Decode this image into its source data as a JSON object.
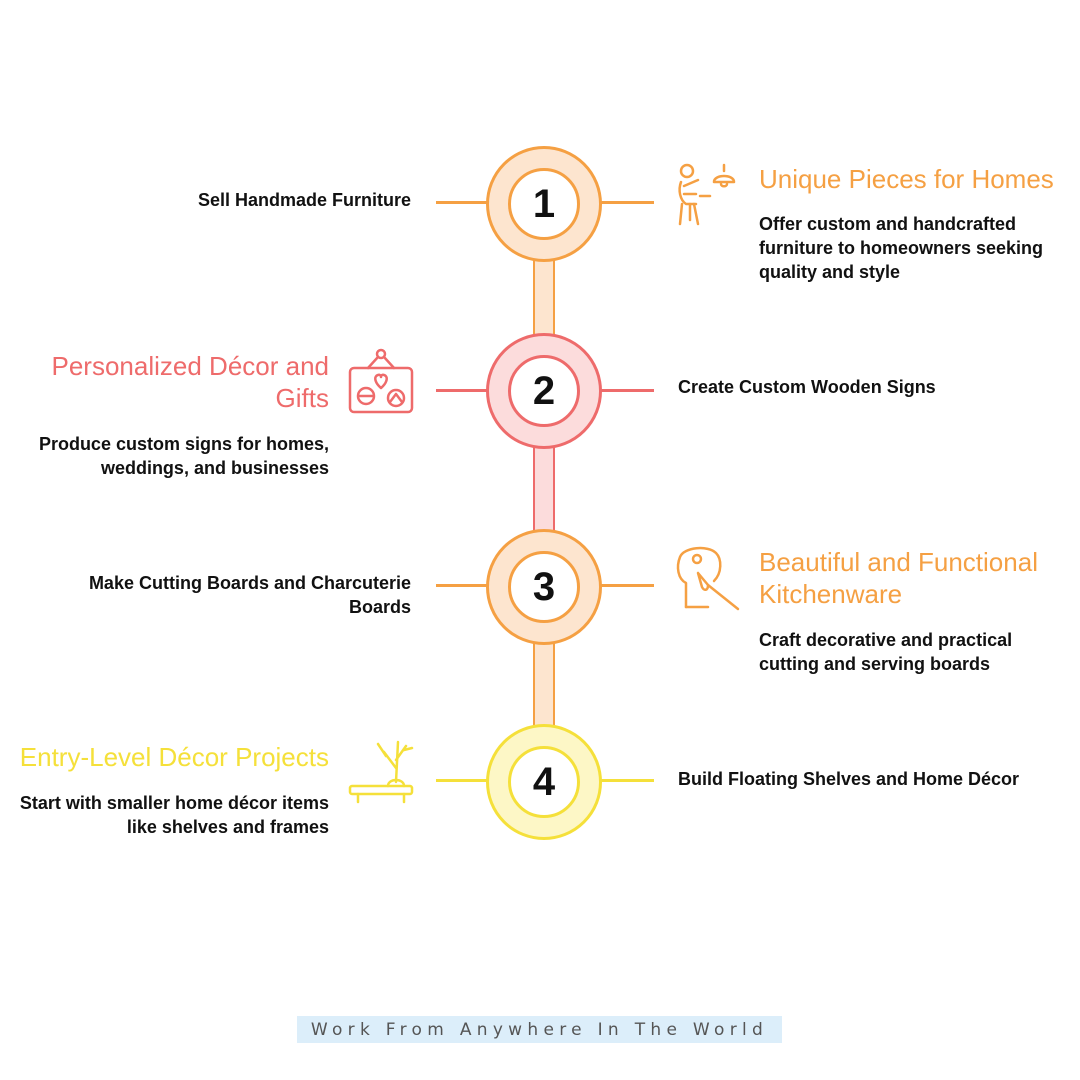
{
  "steps": [
    {
      "number": "1",
      "label": "Sell Handmade Furniture",
      "heading": "Unique Pieces for Homes",
      "description": "Offer custom and handcrafted furniture to homeowners seeking quality and style",
      "icon": "person-lamp-icon",
      "color": "#f5a043",
      "fill": "#fde5cf"
    },
    {
      "number": "2",
      "label": "Create Custom Wooden Signs",
      "heading": "Personalized Décor and Gifts",
      "description": "Produce custom signs for homes, weddings, and businesses",
      "icon": "hanging-sign-icon",
      "color": "#ee6b6b",
      "fill": "#fcdcdc"
    },
    {
      "number": "3",
      "label": "Make Cutting Boards and Charcuterie Boards",
      "heading": "Beautiful and Functional Kitchenware",
      "description": "Craft decorative and practical cutting and serving boards",
      "icon": "cutting-board-knife-icon",
      "color": "#f5a043",
      "fill": "#fde5cf"
    },
    {
      "number": "4",
      "label": "Build Floating Shelves and Home Décor",
      "heading": "Entry-Level Décor Projects",
      "description": "Start with smaller home décor items like shelves and frames",
      "icon": "shelf-plant-icon",
      "color": "#f5e03a",
      "fill": "#fdf7c6"
    }
  ],
  "footer": "Work From Anywhere In The World"
}
